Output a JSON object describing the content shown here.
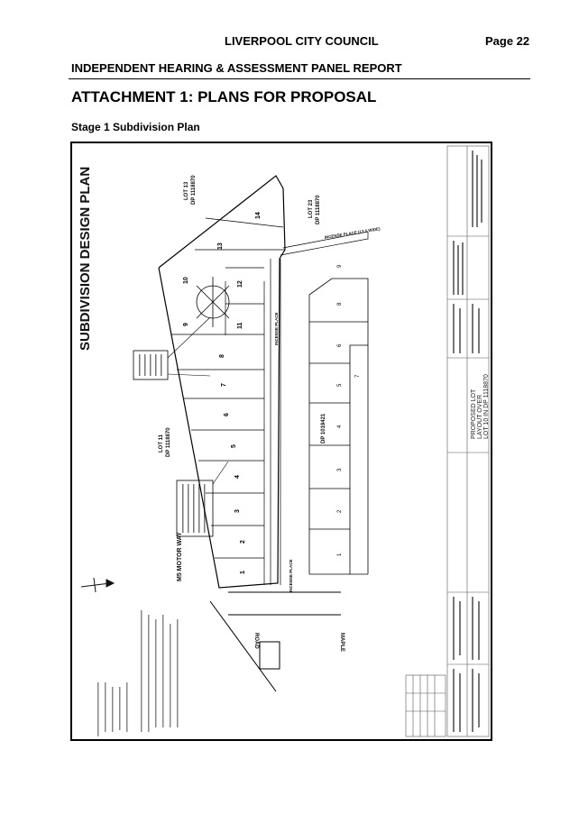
{
  "header": {
    "council": "LIVERPOOL CITY COUNCIL",
    "page": "Page 22",
    "report": "INDEPENDENT HEARING & ASSESSMENT PANEL REPORT"
  },
  "attachment_title": "ATTACHMENT 1:  PLANS FOR PROPOSAL",
  "stage_title": "Stage 1 Subdivision Plan",
  "plan": {
    "heading": "SUBDIVISION DESIGN PLAN",
    "proposed_lots": [
      "1",
      "2",
      "3",
      "4",
      "5",
      "6",
      "7",
      "8",
      "9",
      "10",
      "11",
      "12",
      "13",
      "14"
    ],
    "existing_lots": [
      "1",
      "2",
      "3",
      "4",
      "5",
      "6",
      "7",
      "8",
      "9"
    ],
    "lot_labels": {
      "lot13": "LOT 13",
      "lot13_dp": "DP 1118870",
      "lot23": "LOT 23",
      "lot23_dp": "DP 1118870",
      "lot11": "LOT 11",
      "lot11_dp": "DP 1118870",
      "dp_existing": "DP 1019421"
    },
    "roads": {
      "m5": "M5 MOTOR WAY",
      "incense_place": "INCENSE PLACE",
      "incense_place_wide": "INCENSE PLACE (13.5 WIDE)",
      "incense_place_lower": "INCENSE PLACE",
      "maple": "MAPLE",
      "road": "ROAD"
    },
    "title_block": {
      "line1": "PROPOSED LOT",
      "line2": "LAYOUT OVER",
      "line3": "LOT 10 IN DP 1118870"
    }
  }
}
